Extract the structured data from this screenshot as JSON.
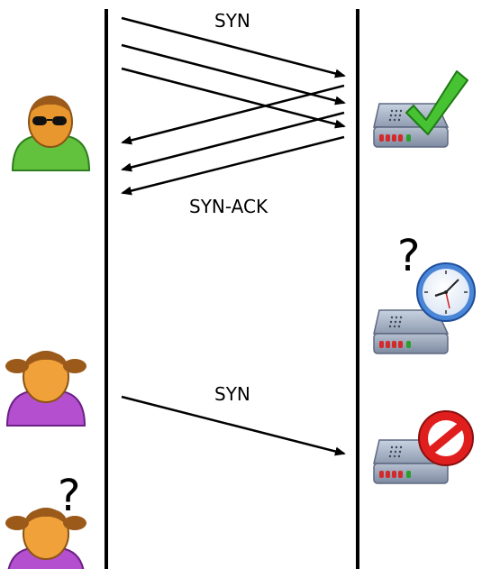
{
  "labels": {
    "syn_top": "SYN",
    "syn_ack": "SYN-ACK",
    "syn_bottom": "SYN",
    "question_server": "?",
    "question_user": "?"
  },
  "colors": {
    "line": "#000000",
    "user_green": "#5cbf3c",
    "user_purple": "#b04ccc",
    "skin": "#f0a040",
    "hair": "#9c5a1a",
    "server_body": "#aab6c8",
    "check": "#3cc02a",
    "forbid": "#e02020",
    "clock": "#3070d0"
  },
  "icons": {
    "attacker": "attacker-user-icon",
    "user1": "legit-user-icon",
    "user2": "waiting-user-icon",
    "server1": "server-accepting-icon",
    "server2": "server-waiting-icon",
    "server3": "server-refusing-icon"
  }
}
